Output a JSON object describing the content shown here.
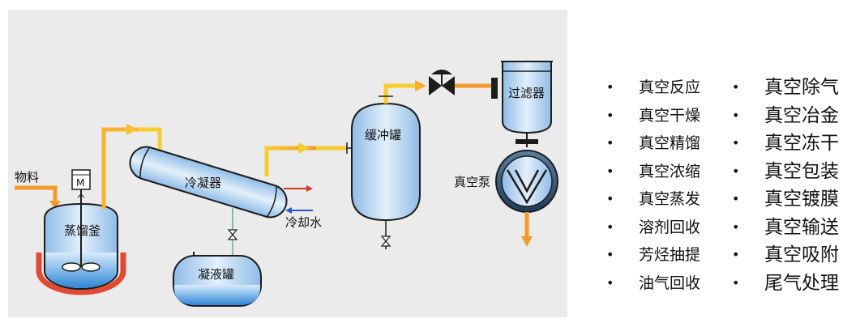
{
  "diagram": {
    "labels": {
      "material": "物料",
      "distillation_kettle": "蒸馏釜",
      "motor": "M",
      "condenser": "冷凝器",
      "cooling_water": "冷却水",
      "condensate_tank": "凝液罐",
      "buffer_tank": "缓冲罐",
      "filter": "过滤器",
      "vacuum_pump": "真空泵"
    },
    "colors": {
      "panel_bg": "#ebebeb",
      "pipe_orange": "#f39a2a",
      "pipe_yellow": "#f7cc2e",
      "vessel_blue": "#b7d6f2",
      "vessel_outline": "#1c1c1c",
      "heating_jacket": "#e04a35",
      "cooling_in": "#d23a2a",
      "cooling_out": "#2a55c8"
    }
  },
  "applications": {
    "left": [
      "真空反应",
      "真空干燥",
      "真空精馏",
      "真空浓缩",
      "真空蒸发",
      "溶剂回收",
      "芳烃抽提",
      "油气回收"
    ],
    "right": [
      "真空除气",
      "真空冶金",
      "真空冻干",
      "真空包装",
      "真空镀膜",
      "真空输送",
      "真空吸附",
      "尾气处理"
    ]
  }
}
